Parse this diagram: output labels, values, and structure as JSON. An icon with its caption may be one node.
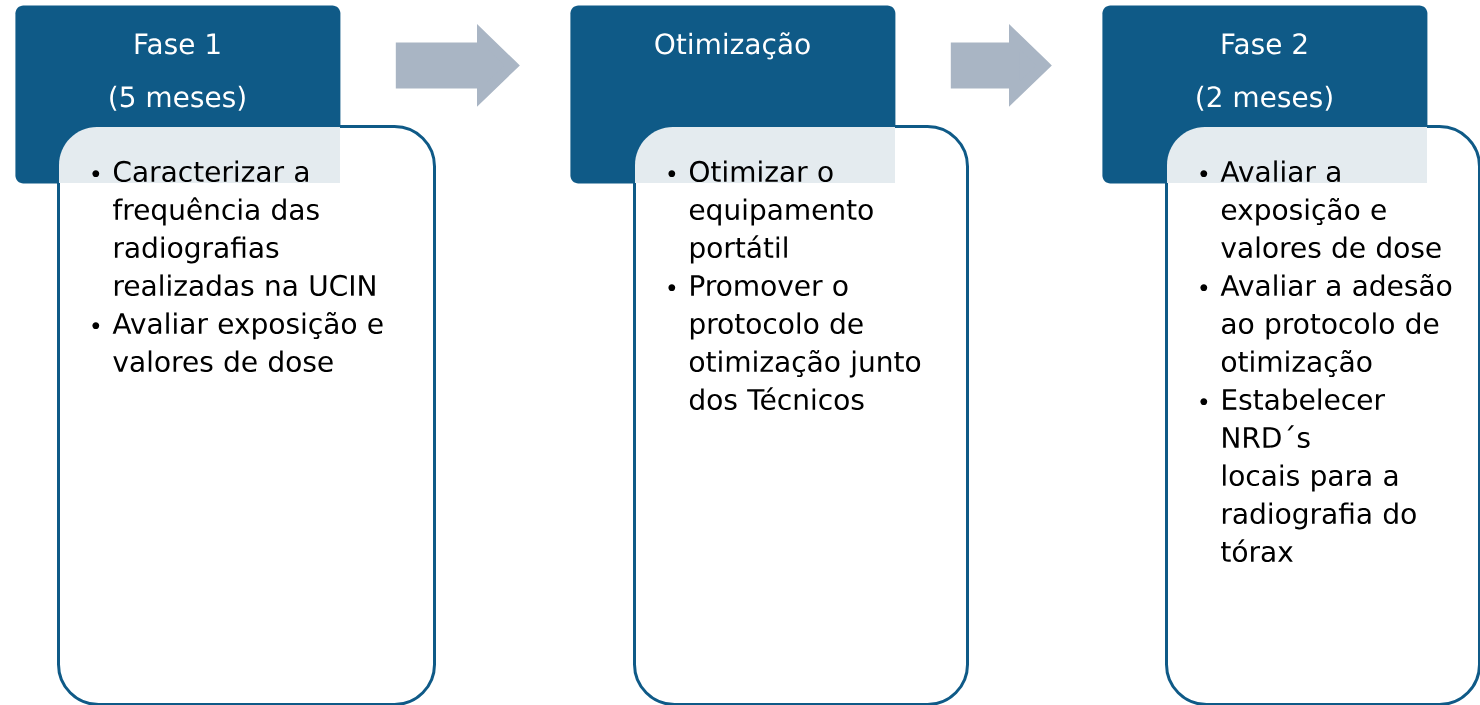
{
  "diagram": {
    "nodes": [
      {
        "text": [
          "Fase 1",
          "(5 meses)"
        ]
      },
      {
        "text": [
          "Caracterizar a frequência das radiografias realizadas na UCIN",
          "Avaliar exposição e valores de dose"
        ]
      },
      {
        "text": [
          "Otimização"
        ]
      },
      {
        "text": [
          "Otimizar o equipamento portátil",
          "Promover o protocolo de otimização junto dos Técnicos"
        ]
      },
      {
        "text": [
          "Fase 2",
          "(2 meses)"
        ]
      },
      {
        "text": [
          "Avaliar a exposição e valores de dose",
          "Avaliar a adesão ao protocolo de otimização",
          "Estabelecer NRD´s locais para a radiografia do tórax"
        ]
      }
    ],
    "edges": [
      {
        "from": 0,
        "to": 2,
        "arrow": "to"
      },
      {
        "from": 2,
        "to": 4,
        "arrow": "to"
      }
    ]
  }
}
